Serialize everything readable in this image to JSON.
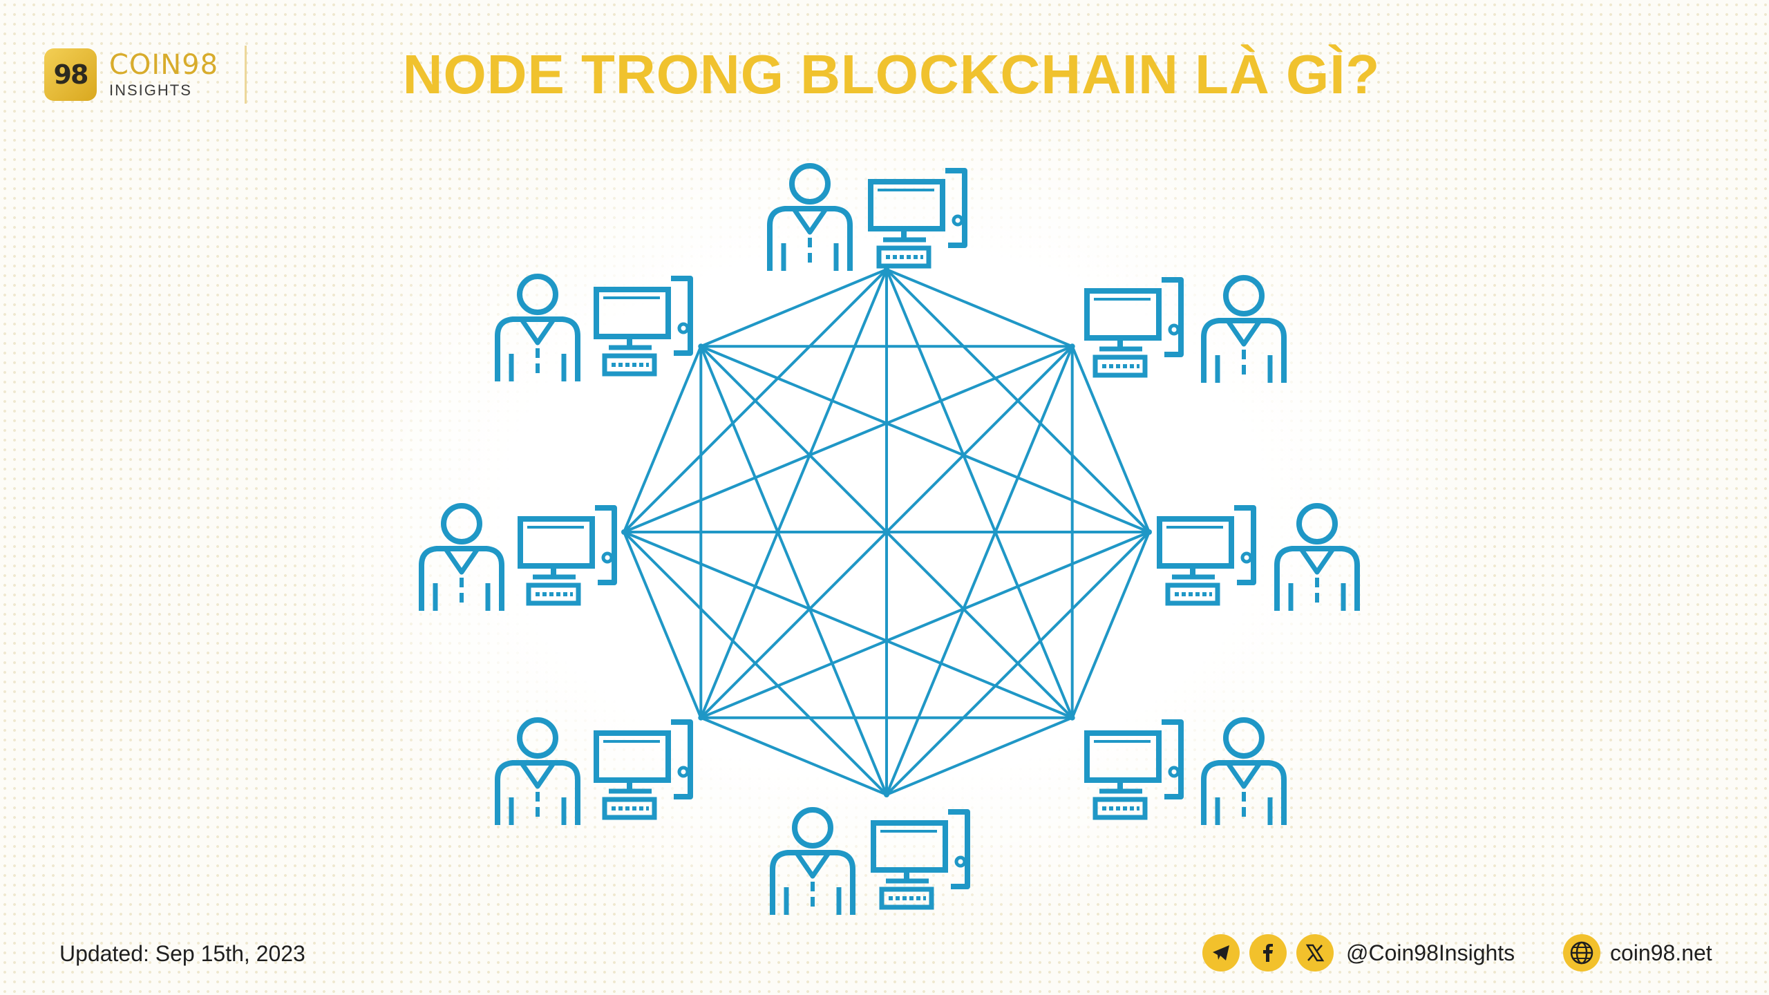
{
  "brand": {
    "badge": "98",
    "name": "COIN98",
    "sub": "INSIGHTS"
  },
  "title": "NODE TRONG BLOCKCHAIN LÀ GÌ?",
  "diagram": {
    "node_count": 8,
    "colors": {
      "primary": "#1f97c6",
      "accent": "#f2c12c",
      "title": "#f0c22e"
    },
    "icons": [
      "person-icon",
      "computer-icon"
    ]
  },
  "footer": {
    "updated": "Updated: Sep 15th, 2023",
    "social_handle": "@Coin98Insights",
    "website": "coin98.net",
    "icons": [
      "telegram-icon",
      "facebook-icon",
      "x-icon",
      "globe-icon"
    ]
  }
}
